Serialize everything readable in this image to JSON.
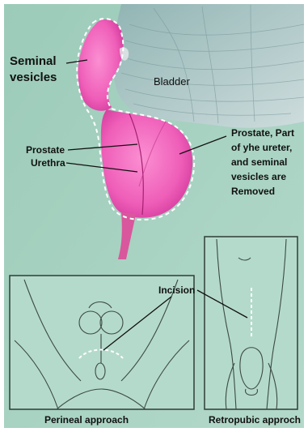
{
  "labels": {
    "seminal_vesicles": [
      "Seminal",
      "vesicles"
    ],
    "bladder": "Bladder",
    "prostate": "Prostate",
    "urethra": "Urethra",
    "removed_note": [
      "Prostate, Part",
      "of yhe ureter,",
      "and seminal",
      "vesicles are",
      "Removed"
    ],
    "incision": "Incision",
    "perineal_caption": "Perineal approach",
    "retropubic_caption": "Retropubic approch"
  },
  "colors": {
    "background": "#a9d3c3",
    "panel": "#b4dacb",
    "organ_pink": "#f06fc0",
    "organ_deep": "#d02f95",
    "bladder": "#c3d1d4",
    "outline_dash": "#ffffff",
    "leader": "#111111",
    "sketch_line": "#3b4a45"
  }
}
